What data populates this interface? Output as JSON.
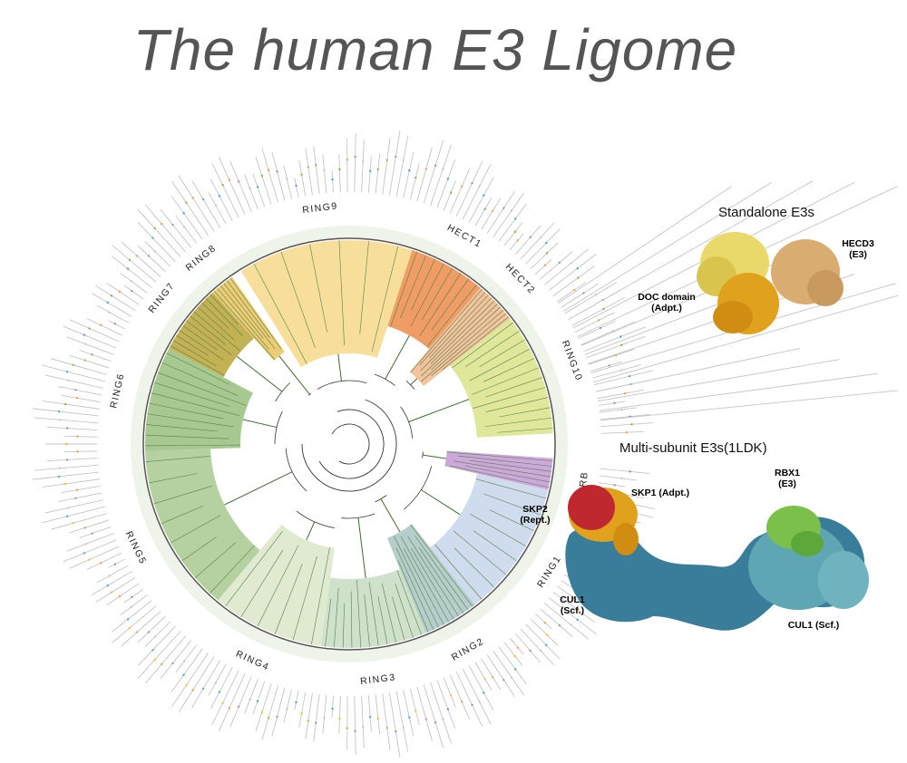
{
  "title": "The human E3 Ligome",
  "tree": {
    "clades": [
      {
        "name": "RING9",
        "color": "#f6d98a"
      },
      {
        "name": "HECT1",
        "color": "#ec8b4a"
      },
      {
        "name": "HECT2",
        "color": "#f0b98b"
      },
      {
        "name": "RING10",
        "color": "#d9e38a"
      },
      {
        "name": "RB",
        "color": "#c39ad3"
      },
      {
        "name": "RING1",
        "color": "#c5d6ea"
      },
      {
        "name": "RING2",
        "color": "#a9c6c2"
      },
      {
        "name": "RING3",
        "color": "#c6dcc2"
      },
      {
        "name": "RING4",
        "color": "#d9e6c8"
      },
      {
        "name": "RING5",
        "color": "#a7c98e"
      },
      {
        "name": "RING6",
        "color": "#98c07c"
      },
      {
        "name": "RING7",
        "color": "#b7a436"
      },
      {
        "name": "RING8",
        "color": "#e9c35c"
      }
    ]
  },
  "standalone": {
    "heading": "Standalone E3s",
    "labels": [
      {
        "line1": "HECD3",
        "line2": "(E3)",
        "color": "#a8742b"
      },
      {
        "line1": "DOC domain",
        "line2": "(Adpt.)",
        "color": "#e0a21c"
      }
    ]
  },
  "multisubunit": {
    "heading": "Multi-subunit E3s(1LDK)",
    "labels": [
      {
        "line1": "RBX1",
        "line2": "(E3)",
        "color": "#3c7a1c"
      },
      {
        "line1": "SKP1 (Adpt.)",
        "line2": "",
        "color": "#c8861a"
      },
      {
        "line1": "SKP2",
        "line2": "(Rept.)",
        "color": "#a3222a"
      },
      {
        "line1": "CUL1",
        "line2": "(Scf.)",
        "color": "#2a6a8a"
      },
      {
        "line1": "CUL1 (Scf.)",
        "line2": "",
        "color": "#4a9aa8"
      }
    ]
  }
}
